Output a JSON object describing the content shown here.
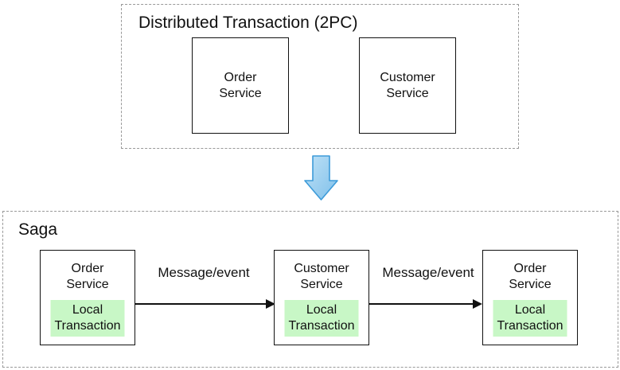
{
  "colors": {
    "green_fill": "#c8f7c6",
    "dashed_border": "#999999",
    "line_color": "#111111",
    "arrow_blue_border": "#3d9bd9",
    "arrow_blue_light": "#bfe1f6",
    "arrow_blue_dark": "#7fc0ea"
  },
  "two_pc": {
    "title": "Distributed Transaction (2PC)",
    "nodes": [
      {
        "label": "Order\nService"
      },
      {
        "label": "Customer\nService"
      }
    ]
  },
  "saga": {
    "title": "Saga",
    "nodes": [
      {
        "label": "Order\nService",
        "sub": "Local\nTransaction"
      },
      {
        "label": "Customer\nService",
        "sub": "Local\nTransaction"
      },
      {
        "label": "Order\nService",
        "sub": "Local\nTransaction"
      }
    ],
    "edges": [
      {
        "label": "Message/event"
      },
      {
        "label": "Message/event"
      }
    ]
  }
}
